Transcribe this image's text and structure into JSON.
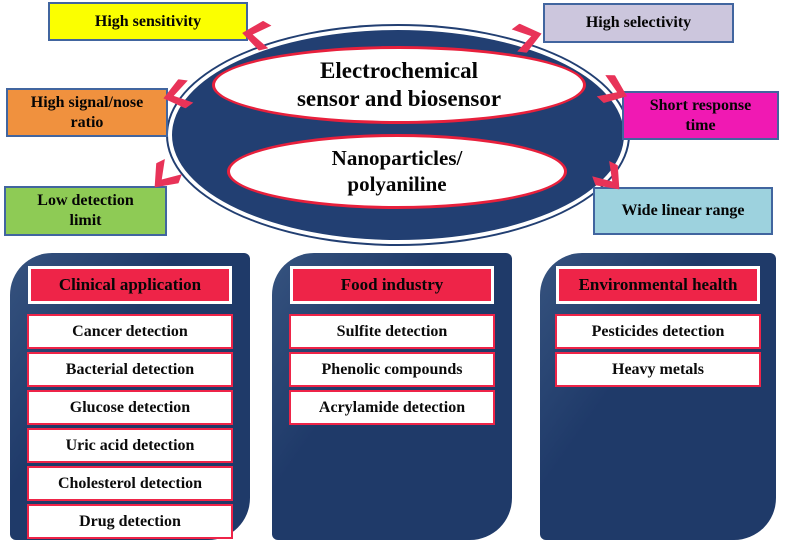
{
  "center": {
    "sensor_label": "Electrochemical\nsensor and biosensor",
    "material_label": "Nanoparticles/\npolyaniline"
  },
  "features": [
    {
      "label": "High sensitivity",
      "color": "#fbff00"
    },
    {
      "label": "High selectivity",
      "color": "#ccc6dd"
    },
    {
      "label": "High signal/nose\nratio",
      "color": "#f0913e"
    },
    {
      "label": "Short response\ntime",
      "color": "#f019b3"
    },
    {
      "label": "Low detection\nlimit",
      "color": "#8ecb55"
    },
    {
      "label": "Wide linear range",
      "color": "#9dd2de"
    }
  ],
  "panels": [
    {
      "title": "Clinical application",
      "items": [
        "Cancer detection",
        "Bacterial detection",
        "Glucose detection",
        "Uric acid detection",
        "Cholesterol detection",
        "Drug detection"
      ]
    },
    {
      "title": "Food industry",
      "items": [
        "Sulfite detection",
        "Phenolic compounds",
        "Acrylamide detection"
      ]
    },
    {
      "title": "Environmental health",
      "items": [
        "Pesticides detection",
        "Heavy metals"
      ]
    }
  ],
  "colors": {
    "ellipse_navy": "#223f72",
    "panel_navy": "#1f3a69",
    "header_red": "#ee2448",
    "item_border_red": "#ee2448",
    "inner_ellipse_border_red": "#e8203c",
    "arrow_pink": "#e83358",
    "feature_border_blue": "#41659f"
  }
}
